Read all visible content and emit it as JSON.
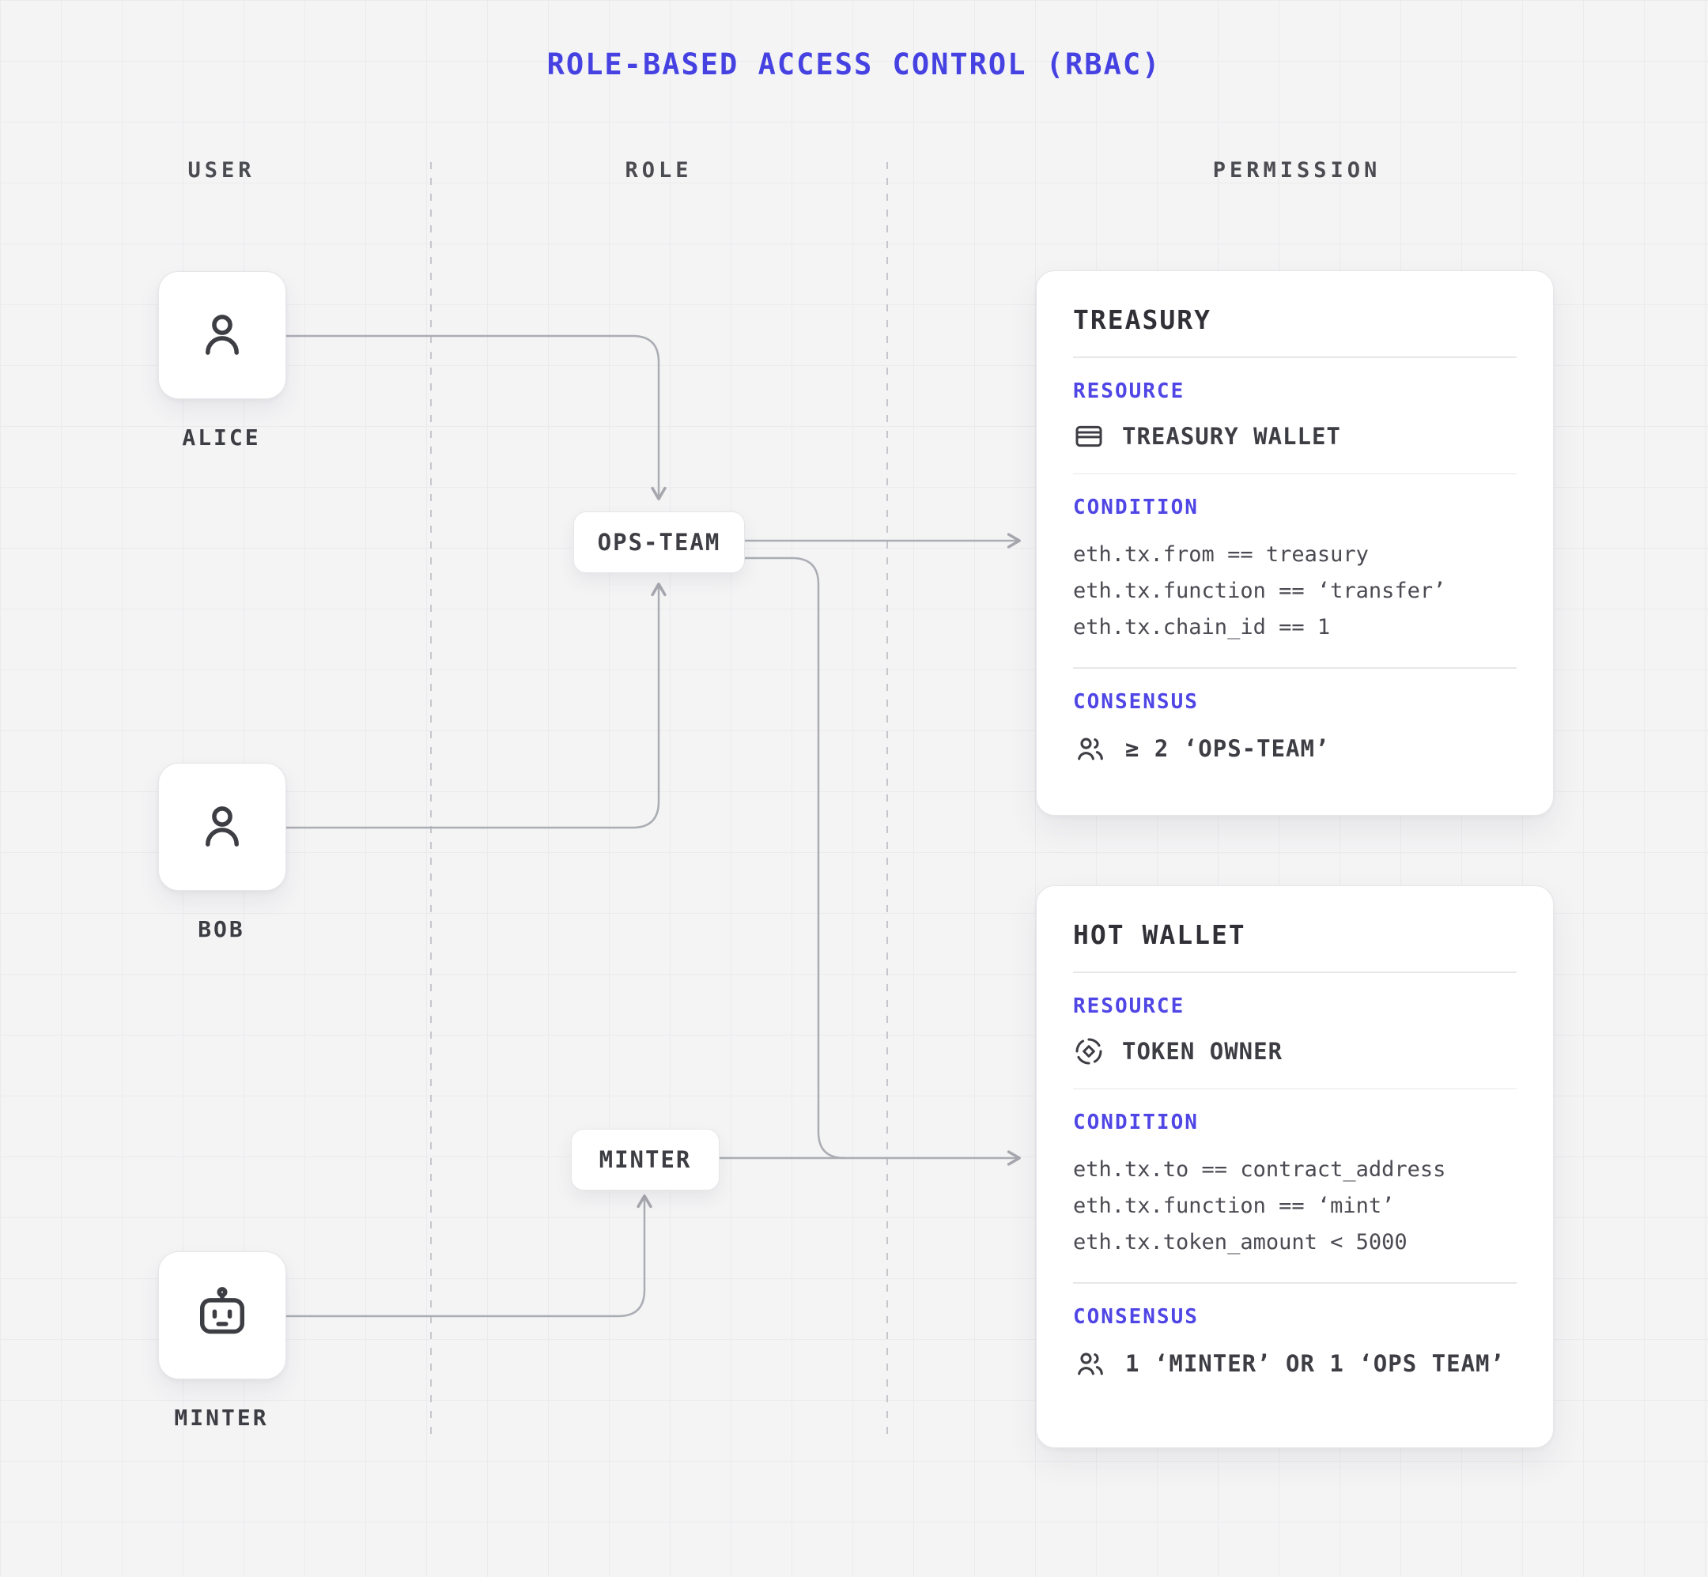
{
  "title": "ROLE-BASED ACCESS CONTROL (RBAC)",
  "columns": {
    "user": "USER",
    "role": "ROLE",
    "permission": "PERMISSION"
  },
  "users": [
    {
      "label": "ALICE",
      "icon": "person-icon"
    },
    {
      "label": "BOB",
      "icon": "person-icon"
    },
    {
      "label": "MINTER",
      "icon": "robot-icon"
    }
  ],
  "roles": [
    {
      "label": "OPS-TEAM"
    },
    {
      "label": "MINTER"
    }
  ],
  "permissions": [
    {
      "title": "TREASURY",
      "resource_label": "RESOURCE",
      "resource": "TREASURY WALLET",
      "resource_icon": "wallet-icon",
      "condition_label": "CONDITION",
      "conditions": [
        "eth.tx.from == treasury",
        "eth.tx.function == ‘transfer’",
        "eth.tx.chain_id == 1"
      ],
      "consensus_label": "CONSENSUS",
      "consensus_icon": "users-icon",
      "consensus": "≥ 2 ‘OPS-TEAM’"
    },
    {
      "title": "HOT WALLET",
      "resource_label": "RESOURCE",
      "resource": "TOKEN OWNER",
      "resource_icon": "token-icon",
      "condition_label": "CONDITION",
      "conditions": [
        "eth.tx.to == contract_address",
        "eth.tx.function == ‘mint’",
        "eth.tx.token_amount < 5000"
      ],
      "consensus_label": "CONSENSUS",
      "consensus_icon": "users-icon",
      "consensus": "1 ‘MINTER’ OR 1 ‘OPS TEAM’"
    }
  ],
  "colors": {
    "accent": "#4f46e5",
    "title": "#4642e2",
    "text_dark": "#3d3d44",
    "edge": "#abadb4",
    "background": "#f4f4f5"
  }
}
